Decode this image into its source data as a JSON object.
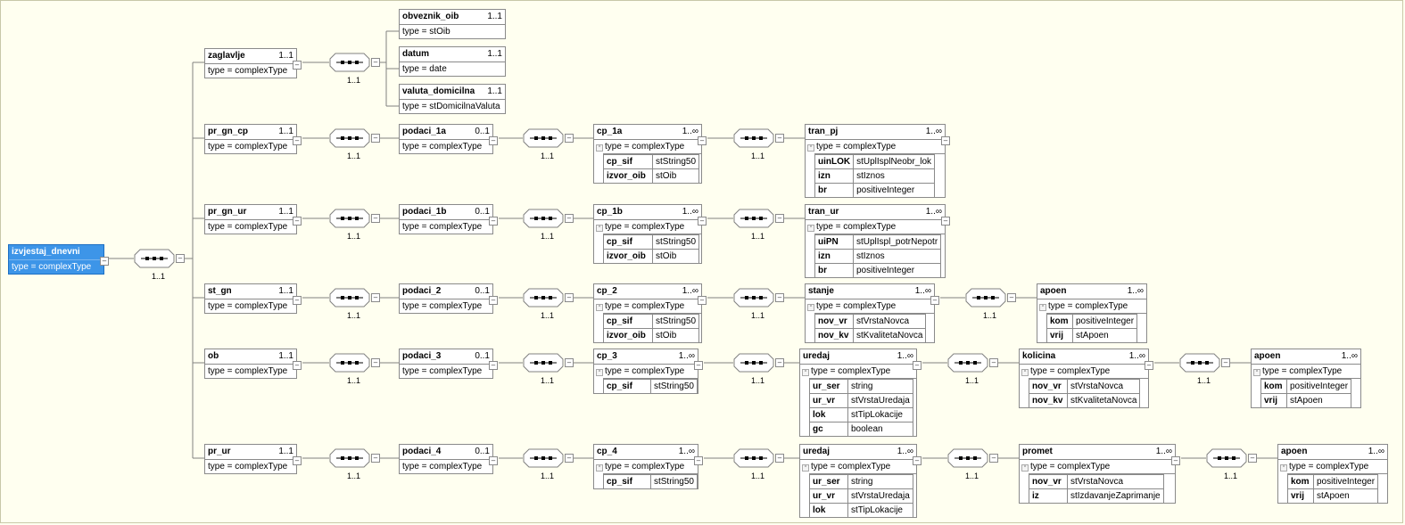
{
  "root": {
    "name": "izvjestaj_dnevni",
    "type": "type = complexType"
  },
  "seq_card": "1..1",
  "toggle": "–",
  "up_arrow": "^",
  "level1": [
    {
      "name": "zaglavlje",
      "card": "1..1",
      "type": "type = complexType"
    },
    {
      "name": "pr_gn_cp",
      "card": "1..1",
      "type": "type = complexType"
    },
    {
      "name": "pr_gn_ur",
      "card": "1..1",
      "type": "type = complexType"
    },
    {
      "name": "st_gn",
      "card": "1..1",
      "type": "type = complexType"
    },
    {
      "name": "ob",
      "card": "1..1",
      "type": "type = complexType"
    },
    {
      "name": "pr_ur",
      "card": "1..1",
      "type": "type = complexType"
    }
  ],
  "zaglavlje_children": [
    {
      "name": "obveznik_oib",
      "card": "1..1",
      "type": "type = stOib"
    },
    {
      "name": "datum",
      "card": "1..1",
      "type": "type = date"
    },
    {
      "name": "valuta_domicilna",
      "card": "1..1",
      "type": "type = stDomicilnaValuta"
    }
  ],
  "podaci": [
    {
      "name": "podaci_1a",
      "card": "0..1",
      "type": "type = complexType"
    },
    {
      "name": "podaci_1b",
      "card": "0..1",
      "type": "type = complexType"
    },
    {
      "name": "podaci_2",
      "card": "0..1",
      "type": "type = complexType"
    },
    {
      "name": "podaci_3",
      "card": "0..1",
      "type": "type = complexType"
    },
    {
      "name": "podaci_4",
      "card": "0..1",
      "type": "type = complexType"
    }
  ],
  "cp": [
    {
      "name": "cp_1a",
      "card": "1..∞",
      "type": "type = complexType",
      "attrs": [
        [
          "cp_sif",
          "stString50"
        ],
        [
          "izvor_oib",
          "stOib"
        ]
      ]
    },
    {
      "name": "cp_1b",
      "card": "1..∞",
      "type": "type = complexType",
      "attrs": [
        [
          "cp_sif",
          "stString50"
        ],
        [
          "izvor_oib",
          "stOib"
        ]
      ]
    },
    {
      "name": "cp_2",
      "card": "1..∞",
      "type": "type = complexType",
      "attrs": [
        [
          "cp_sif",
          "stString50"
        ],
        [
          "izvor_oib",
          "stOib"
        ]
      ]
    },
    {
      "name": "cp_3",
      "card": "1..∞",
      "type": "type = complexType",
      "attrs": [
        [
          "cp_sif",
          "stString50"
        ]
      ]
    },
    {
      "name": "cp_4",
      "card": "1..∞",
      "type": "type = complexType",
      "attrs": [
        [
          "cp_sif",
          "stString50"
        ]
      ]
    }
  ],
  "lvl4": [
    {
      "name": "tran_pj",
      "card": "1..∞",
      "type": "type = complexType",
      "attrs": [
        [
          "uinLOK",
          "stUplIsplNeobr_lok"
        ],
        [
          "izn",
          "stIznos"
        ],
        [
          "br",
          "positiveInteger"
        ]
      ]
    },
    {
      "name": "tran_ur",
      "card": "1..∞",
      "type": "type = complexType",
      "attrs": [
        [
          "uiPN",
          "stUplIspl_potrNepotr"
        ],
        [
          "izn",
          "stIznos"
        ],
        [
          "br",
          "positiveInteger"
        ]
      ]
    },
    {
      "name": "stanje",
      "card": "1..∞",
      "type": "type = complexType",
      "attrs": [
        [
          "nov_vr",
          "stVrstaNovca"
        ],
        [
          "nov_kv",
          "stKvalitetaNovca"
        ]
      ]
    },
    {
      "name": "uredaj",
      "card": "1..∞",
      "type": "type = complexType",
      "attrs": [
        [
          "ur_ser",
          "string"
        ],
        [
          "ur_vr",
          "stVrstaUredaja"
        ],
        [
          "lok",
          "stTipLokacije"
        ],
        [
          "gc",
          "boolean"
        ]
      ]
    },
    {
      "name": "uredaj",
      "card": "1..∞",
      "type": "type = complexType",
      "attrs": [
        [
          "ur_ser",
          "string"
        ],
        [
          "ur_vr",
          "stVrstaUredaja"
        ],
        [
          "lok",
          "stTipLokacije"
        ]
      ]
    }
  ],
  "lvl5": [
    {
      "name": "apoen",
      "card": "1..∞",
      "type": "type = complexType",
      "attrs": [
        [
          "kom",
          "positiveInteger"
        ],
        [
          "vrij",
          "stApoen"
        ]
      ]
    },
    {
      "name": "kolicina",
      "card": "1..∞",
      "type": "type = complexType",
      "attrs": [
        [
          "nov_vr",
          "stVrstaNovca"
        ],
        [
          "nov_kv",
          "stKvalitetaNovca"
        ]
      ]
    },
    {
      "name": "promet",
      "card": "1..∞",
      "type": "type = complexType",
      "attrs": [
        [
          "nov_vr",
          "stVrstaNovca"
        ],
        [
          "iz",
          "stIzdavanjeZaprimanje"
        ]
      ]
    }
  ],
  "lvl6": [
    {
      "name": "apoen",
      "card": "1..∞",
      "type": "type = complexType",
      "attrs": [
        [
          "kom",
          "positiveInteger"
        ],
        [
          "vrij",
          "stApoen"
        ]
      ]
    },
    {
      "name": "apoen",
      "card": "1..∞",
      "type": "type = complexType",
      "attrs": [
        [
          "kom",
          "positiveInteger"
        ],
        [
          "vrij",
          "stApoen"
        ]
      ]
    }
  ]
}
